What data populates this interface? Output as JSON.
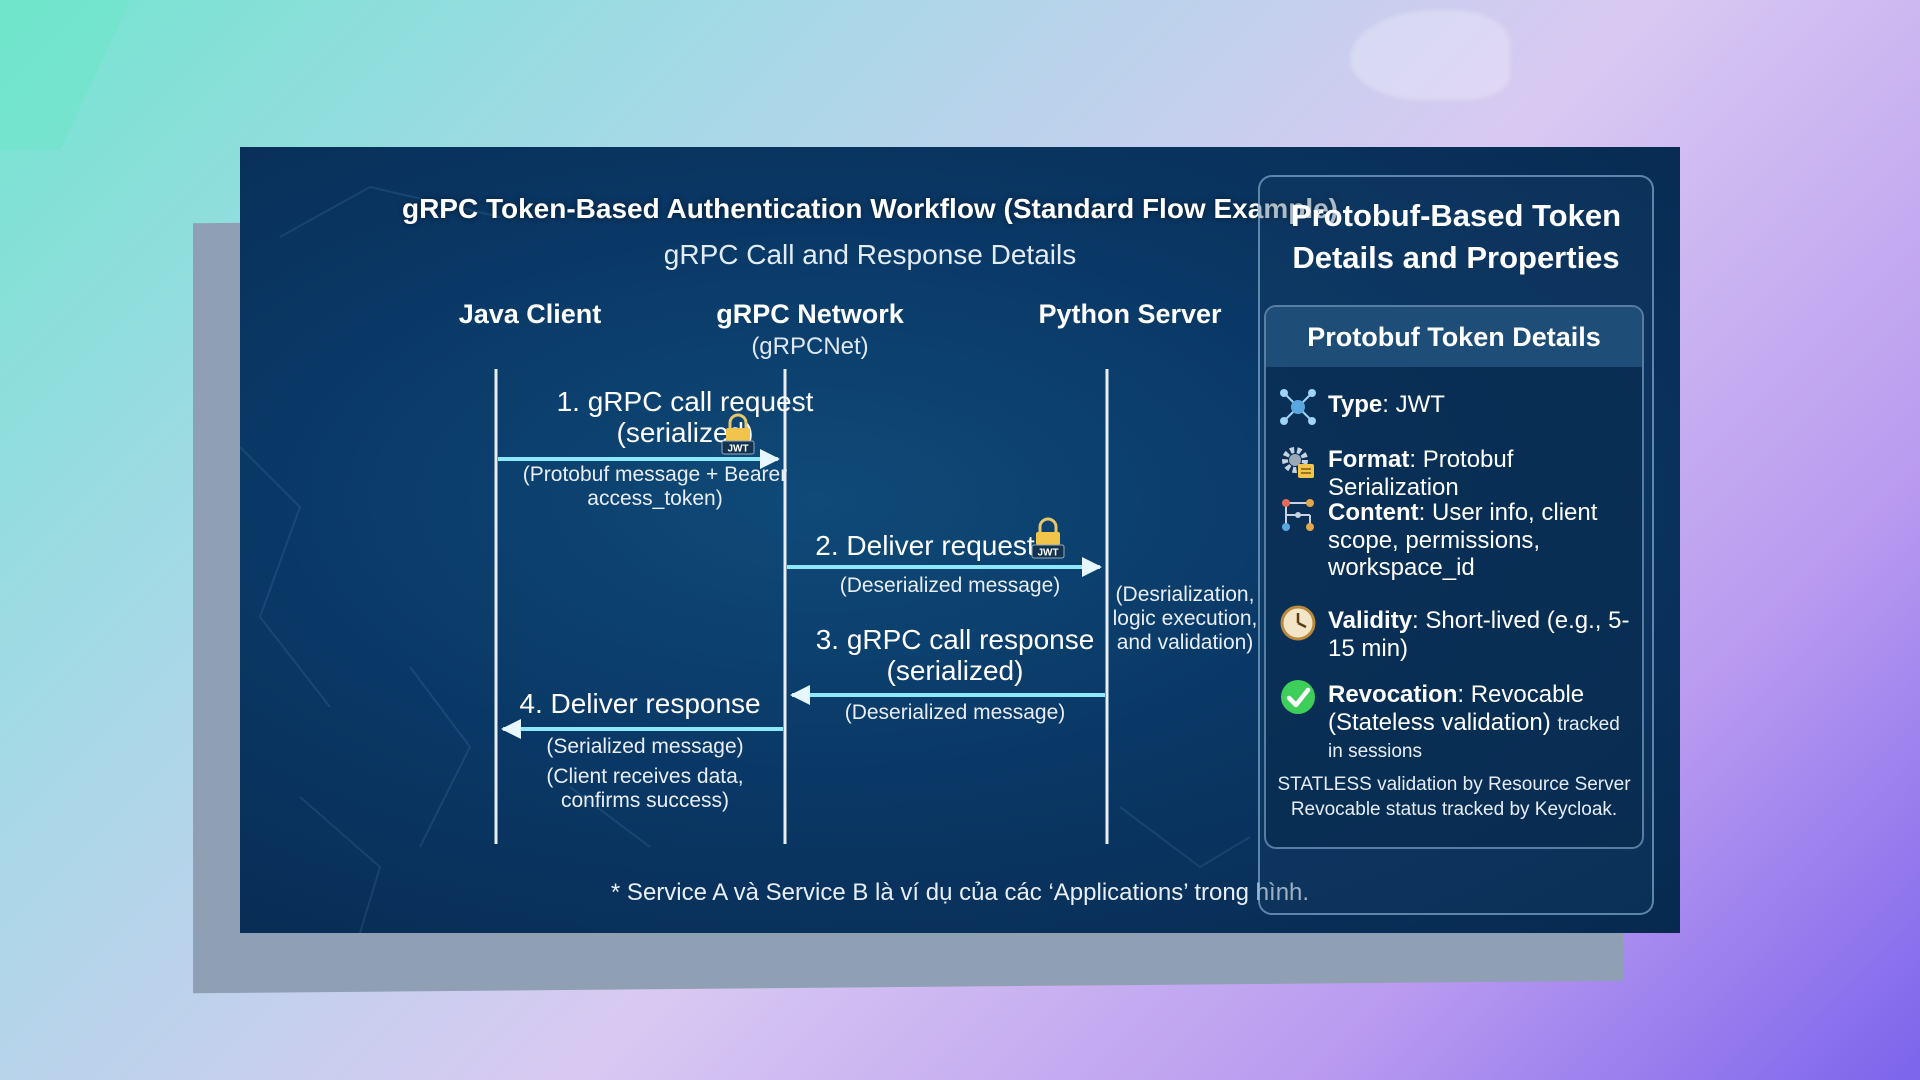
{
  "diagram": {
    "title": "gRPC Token-Based Authentication Workflow (Standard Flow Example)",
    "subtitle": "gRPC Call and Response Details",
    "lanes": [
      {
        "name": "Java Client",
        "sub": ""
      },
      {
        "name": "gRPC Network",
        "sub": "(gRPCNet)"
      },
      {
        "name": "Python Server",
        "sub": ""
      }
    ],
    "steps": {
      "s1_title": "1. gRPC call request (serialized)",
      "s1_detail": "(Protobuf message + Bearer access_token)",
      "s2_title": "2. Deliver request",
      "s2_detail": "(Deserialized message)",
      "server_note": "(Desrialization, logic execution, and validation)",
      "s3_title": "3. gRPC call response (serialized)",
      "s3_detail": "(Deserialized message)",
      "s4_title": "4. Deliver response",
      "s4_detail": "(Serialized message)",
      "s4_extra": "(Client receives data, confirms success)"
    },
    "jwt_label": "JWT",
    "note": "* Service A và Service B là ví dụ của các ‘Applications’ trong hình."
  },
  "panel": {
    "title": "Protobuf-Based Token Details and Properties",
    "inner_title": "Protobuf Token Details",
    "items": [
      {
        "key": "Type",
        "value": "JWT",
        "icon": "network-icon"
      },
      {
        "key": "Format",
        "value": "Protobuf Serialization",
        "icon": "gear-icon"
      },
      {
        "key": "Content",
        "value": "User info, client scope, permissions, workspace_id",
        "icon": "nodes-icon"
      },
      {
        "key": "Validity",
        "value": "Short-lived (e.g., 5-15 min)",
        "icon": "clock-icon"
      },
      {
        "key": "Revocation",
        "value": "Revocable (Stateless validation)",
        "extra": "tracked in sessions",
        "icon": "checkmark-icon"
      }
    ],
    "footer_line1": "STATLESS validation by Resource Server",
    "footer_line2": "Revocable status tracked by Keycloak."
  },
  "colors": {
    "arrow": "#4fd3ec",
    "card": "#0a3866",
    "check": "#3ecf5a"
  }
}
